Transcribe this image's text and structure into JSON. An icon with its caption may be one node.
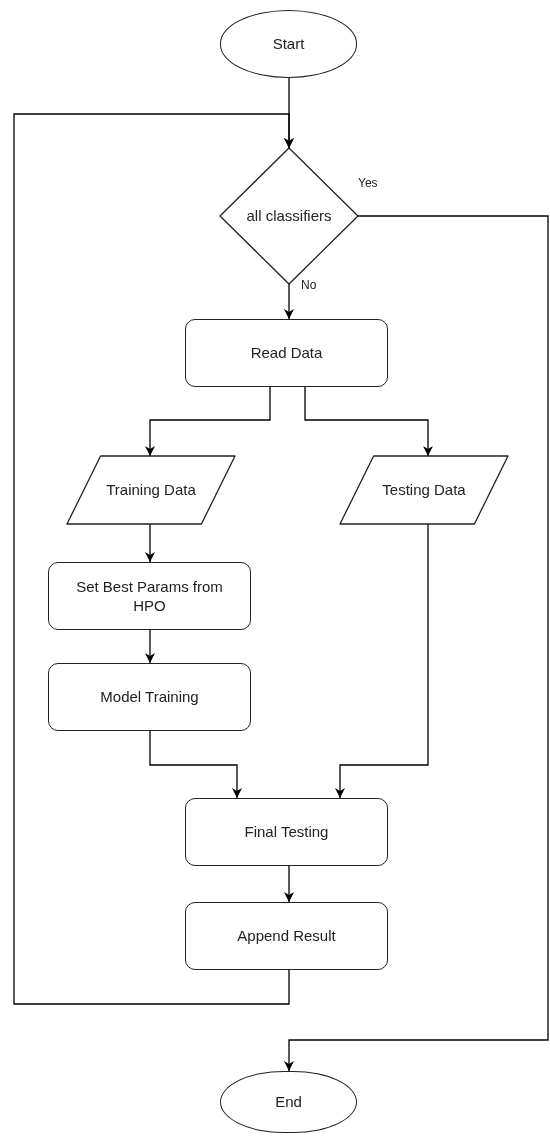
{
  "diagram": {
    "nodes": [
      {
        "text": [
          "Start"
        ]
      },
      {
        "text": [
          "all classifiers"
        ]
      },
      {
        "text": [
          "Read Data"
        ]
      },
      {
        "text": [
          "Training Data"
        ]
      },
      {
        "text": [
          "Testing Data"
        ]
      },
      {
        "text": [
          "Set Best Params from HPO"
        ]
      },
      {
        "text": [
          "Model Training"
        ]
      },
      {
        "text": [
          "Final Testing"
        ]
      },
      {
        "text": [
          "Append Result"
        ]
      },
      {
        "text": [
          "End"
        ]
      }
    ],
    "edges": [
      {
        "from": 0,
        "to": 1,
        "arrow": "to"
      },
      {
        "from": 1,
        "to": 2,
        "arrow": "to",
        "label": "No"
      },
      {
        "from": 1,
        "to": 9,
        "arrow": "to",
        "label": "Yes"
      },
      {
        "from": 2,
        "to": 3,
        "arrow": "to"
      },
      {
        "from": 2,
        "to": 4,
        "arrow": "to"
      },
      {
        "from": 3,
        "to": 5,
        "arrow": "to"
      },
      {
        "from": 5,
        "to": 6,
        "arrow": "to"
      },
      {
        "from": 6,
        "to": 7,
        "arrow": "to"
      },
      {
        "from": 4,
        "to": 7,
        "arrow": "to"
      },
      {
        "from": 7,
        "to": 8,
        "arrow": "to"
      },
      {
        "from": 8,
        "to": 1,
        "arrow": "to"
      }
    ]
  }
}
